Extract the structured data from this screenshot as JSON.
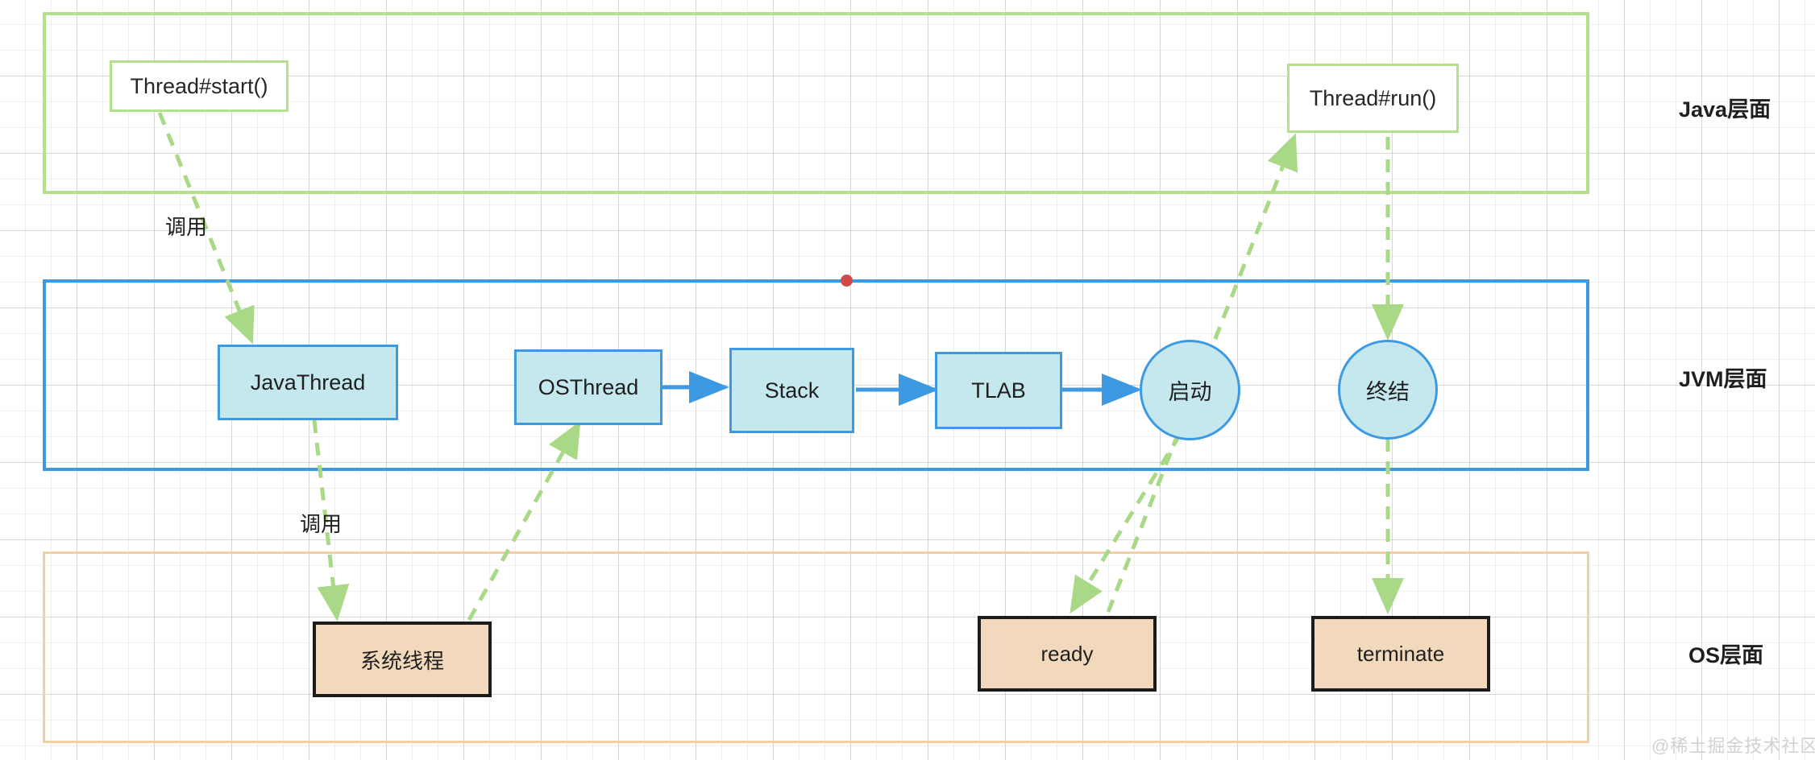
{
  "diagram": {
    "title_watermark": "@稀土掘金技术社区",
    "colors": {
      "java_lane_border": "#b5e18f",
      "jvm_lane_border": "#3d9ae2",
      "os_lane_border": "#f3cfa3",
      "jvm_node_fill": "#c5e7ee",
      "os_node_fill": "#f3d9bb",
      "os_node_border": "#1c1c1c",
      "blue_arrow": "#3d9ae2",
      "green_arrow": "#a9d987",
      "selection_dot": "#cf4b45"
    },
    "lanes": [
      {
        "id": "java",
        "label": "Java层面"
      },
      {
        "id": "jvm",
        "label": "JVM层面"
      },
      {
        "id": "os",
        "label": "OS层面"
      }
    ],
    "nodes": {
      "thread_start": "Thread#start()",
      "thread_run": "Thread#run()",
      "java_thread": "JavaThread",
      "os_thread": "OSThread",
      "stack": "Stack",
      "tlab": "TLAB",
      "qidong": "启动",
      "zhongjie": "终结",
      "system_thread": "系统线程",
      "ready": "ready",
      "terminate": "terminate"
    },
    "edge_labels": {
      "call_1": "调用",
      "call_2": "调用"
    },
    "edges": [
      {
        "from": "thread_start",
        "to": "java_thread",
        "style": "dashed-green",
        "label": "调用"
      },
      {
        "from": "java_thread",
        "to": "system_thread",
        "style": "dashed-green",
        "label": "调用"
      },
      {
        "from": "system_thread",
        "to": "os_thread",
        "style": "dashed-green",
        "label": ""
      },
      {
        "from": "os_thread",
        "to": "stack",
        "style": "solid-blue",
        "label": ""
      },
      {
        "from": "stack",
        "to": "tlab",
        "style": "solid-blue",
        "label": ""
      },
      {
        "from": "tlab",
        "to": "qidong",
        "style": "solid-blue",
        "label": ""
      },
      {
        "from": "qidong",
        "to": "ready",
        "style": "dashed-green",
        "label": ""
      },
      {
        "from": "ready",
        "to": "thread_run",
        "style": "dashed-green",
        "label": ""
      },
      {
        "from": "thread_run",
        "to": "zhongjie",
        "style": "dashed-green",
        "label": ""
      },
      {
        "from": "zhongjie",
        "to": "terminate",
        "style": "dashed-green",
        "label": ""
      }
    ]
  }
}
